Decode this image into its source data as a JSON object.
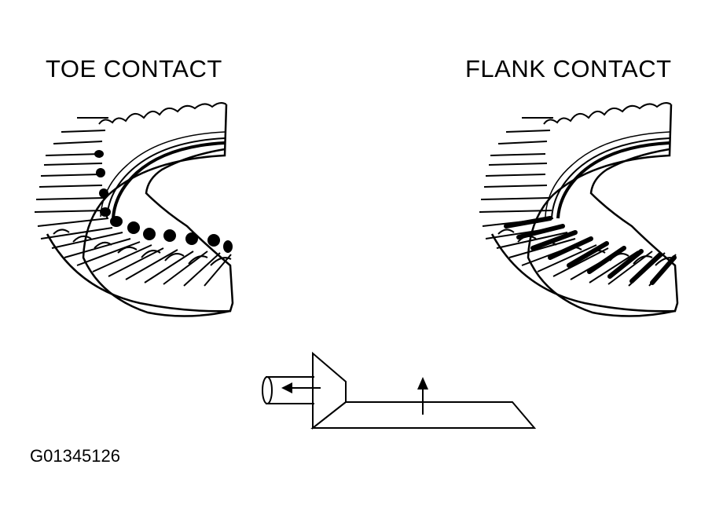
{
  "labels": {
    "toe_contact": "TOE CONTACT",
    "flank_contact": "FLANK CONTACT",
    "figure_id": "G01345126"
  }
}
